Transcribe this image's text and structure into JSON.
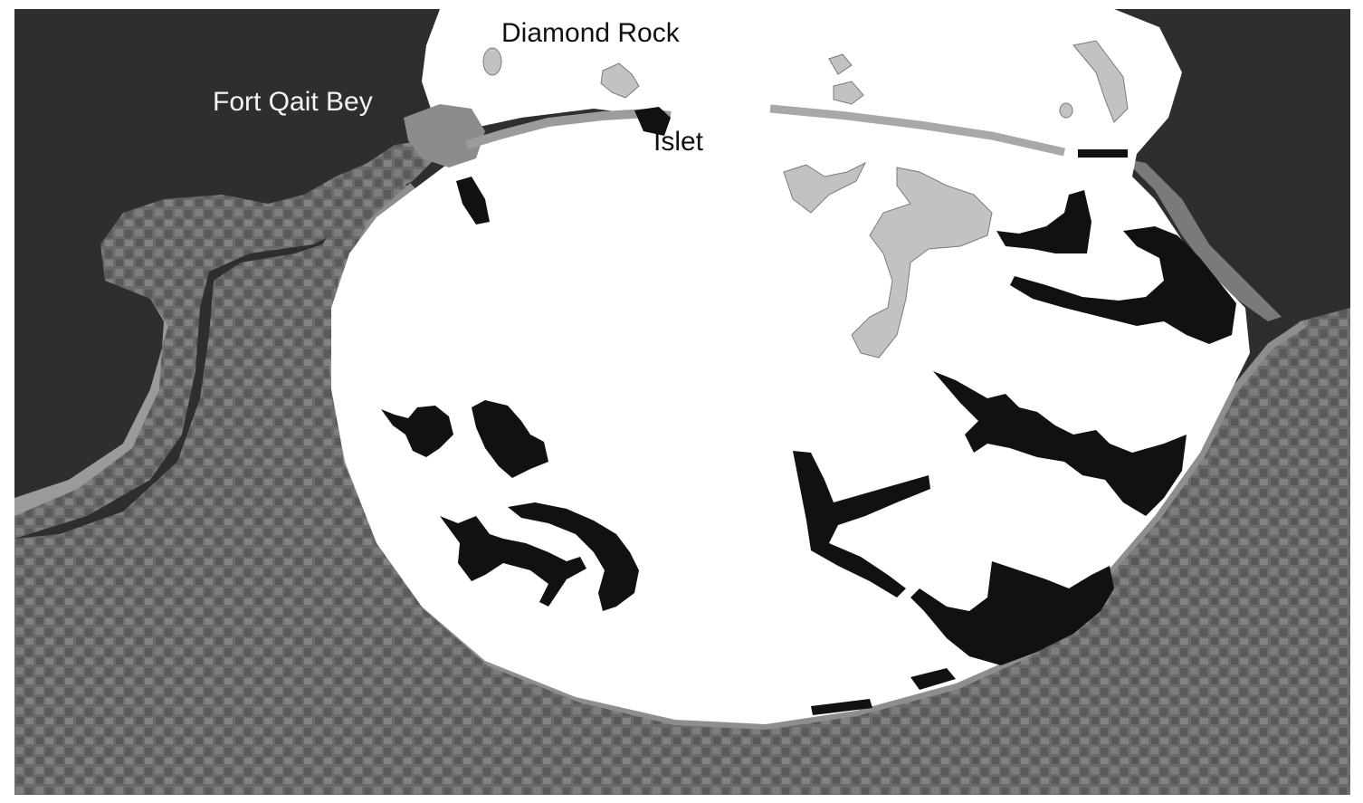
{
  "labels": {
    "diamond_rock": "Diamond Rock",
    "fort_qait_bey": "Fort Qait Bey",
    "islet": "Islet"
  },
  "colors": {
    "sea": "#2e2e2e",
    "city": "#6e6e6e",
    "beach": "#9a9a9a",
    "harbor_water": "#ffffff",
    "submerged_structures": "#111111",
    "reef_shoals": "#c2c2c2"
  },
  "legend_shading": [
    "black",
    "light-gray",
    "white"
  ]
}
